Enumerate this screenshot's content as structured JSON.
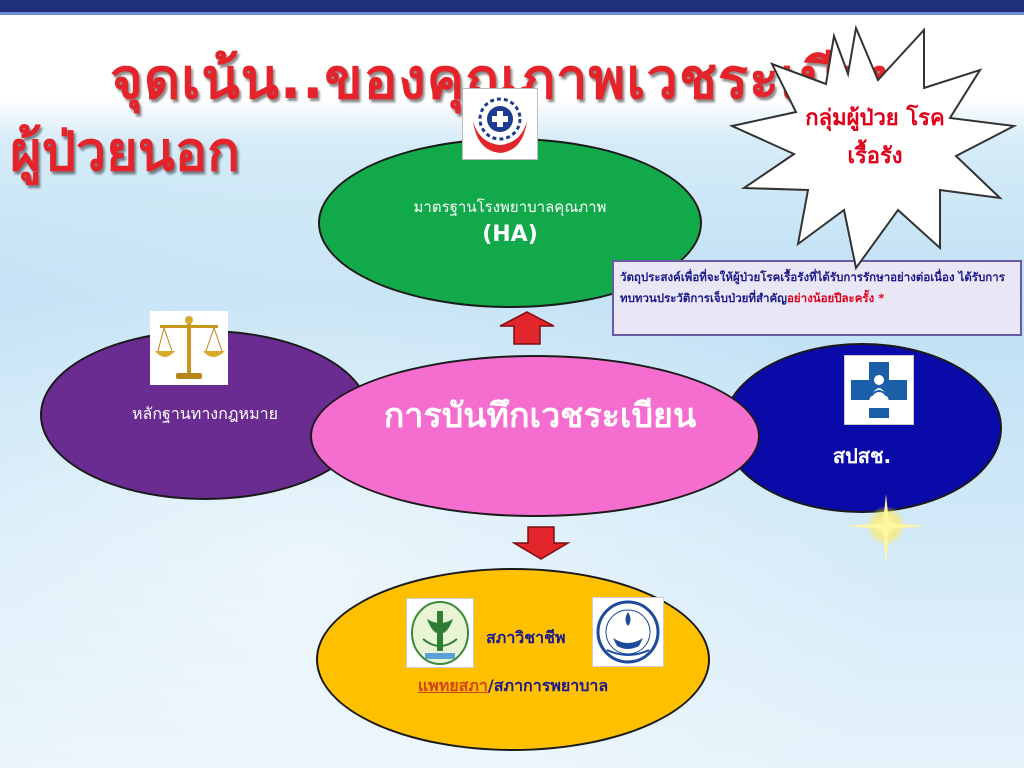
{
  "slide": {
    "title_line1": "จุดเน้น..ของคุณภาพเวชระเบียน",
    "title_line2": "ผู้ป่วยนอก"
  },
  "callout_star": {
    "text": "กลุ่มผู้ป่วย โรคเรื้อรัง"
  },
  "nodes": {
    "ha": {
      "line1": "มาตรฐานโรงพยาบาลคุณภาพ",
      "line2": "(HA)",
      "color": "#12a94a"
    },
    "legal": {
      "label": "หลักฐานทางกฎหมาย",
      "color": "#6a2c91"
    },
    "center": {
      "label": "การบันทึกเวชระเบียน",
      "color": "#f56ecf"
    },
    "nhso": {
      "label": "สปสช.",
      "color": "#0a0aa8"
    },
    "council": {
      "line1": "สภาวิชาชีพ",
      "line2_link": "แพทยสภา",
      "line2_rest": "/สภาการพยาบาล",
      "color": "#ffc000"
    }
  },
  "objective_box": {
    "text_main": "วัตถุประสงค์เพื่อที่จะให้ผู้ป่วยโรคเรื้อรังที่ได้รับการรักษาอย่างต่อเนื่อง ได้รับการทบทวนประวัติการเจ็บป่วยที่สำคัญ",
    "text_red": "อย่างน้อยปีละครั้ง *"
  },
  "icons": {
    "ha_logo": "hospital-cross-logo",
    "legal_image": "scales-of-justice-icon",
    "nhso_logo": "nhso-cross-logo",
    "medical_council_logo": "medical-council-logo",
    "nursing_council_logo": "nursing-council-logo"
  },
  "arrow_color": "#e3262b",
  "title_color": "#e5232a"
}
